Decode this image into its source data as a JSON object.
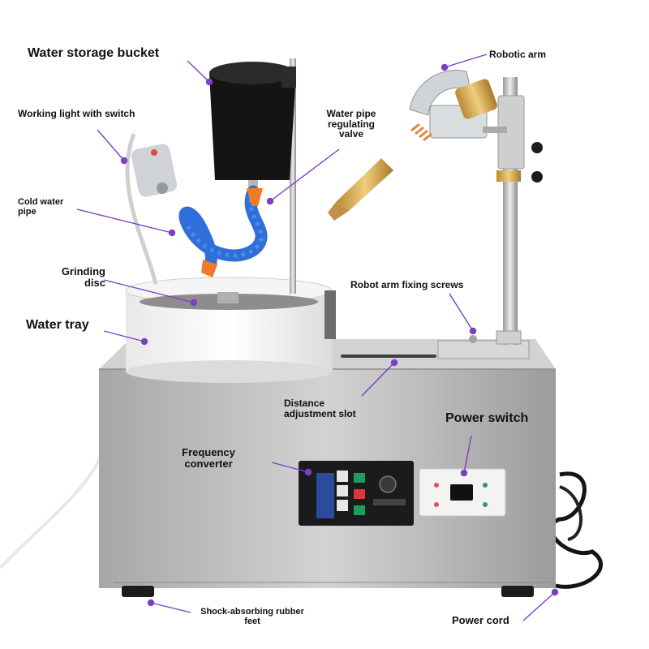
{
  "labels": {
    "water_storage_bucket": "Water storage bucket",
    "robotic_arm": "Robotic arm",
    "working_light": "Working light with switch",
    "water_pipe_valve": [
      "Water pipe",
      "regulating",
      "valve"
    ],
    "cold_water_pipe": [
      "Cold water",
      "pipe"
    ],
    "grinding_disc": [
      "Grinding",
      "disc"
    ],
    "robot_arm_fixing_screws": "Robot arm fixing screws",
    "water_tray": "Water tray",
    "distance_adjustment_slot": [
      "Distance",
      "adjustment slot"
    ],
    "power_switch": "Power switch",
    "frequency_converter": [
      "Frequency",
      "converter"
    ],
    "shock_absorbing_feet": [
      "Shock-absorbing rubber",
      "feet"
    ],
    "power_cord": "Power cord"
  },
  "colors": {
    "pointer": "#7b3fc4",
    "body_steel": "#b9b9b9",
    "bucket": "#1a1a1a",
    "hose": "#2f6fd8",
    "nozzle": "#f07a2a",
    "brass": "#d4a24a"
  }
}
